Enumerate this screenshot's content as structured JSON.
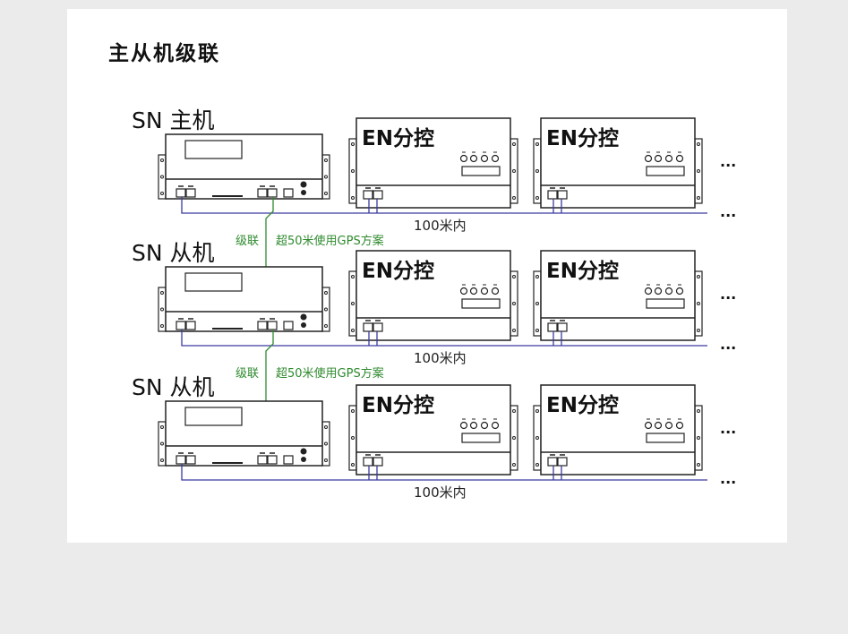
{
  "title": "主从机级联",
  "rows": [
    {
      "label": "SN 主机",
      "distance": "100米内",
      "cascade_label": "级联",
      "gps_note": "超50米使用GPS方案"
    },
    {
      "label": "SN 从机",
      "distance": "100米内",
      "cascade_label": "级联",
      "gps_note": "超50米使用GPS方案"
    },
    {
      "label": "SN 从机",
      "distance": "100米内"
    }
  ],
  "receiver_label": "EN分控",
  "continuation": "...",
  "colors": {
    "ethernet_line": "#3a3aa0",
    "cascade_line": "#2e8a2e",
    "device_stroke": "#222222"
  }
}
